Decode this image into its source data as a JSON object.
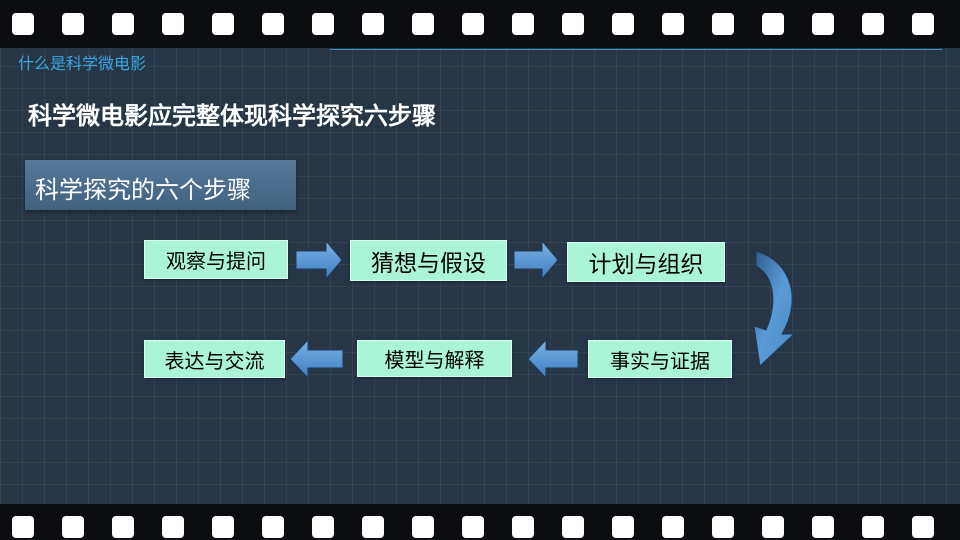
{
  "header": {
    "section_label": "什么是科学微电影"
  },
  "main": {
    "title": "科学微电影应完整体现科学探究六步骤",
    "subtitle": "科学探究的六个步骤"
  },
  "steps": [
    "观察与提问",
    "猜想与假设",
    "计划与组织",
    "事实与证据",
    "模型与解释",
    "表达与交流"
  ],
  "colors": {
    "background": "#263646",
    "step_box": "#aaf5d8",
    "arrow": "#5b9bd5",
    "section_label": "#3aa7e0"
  },
  "icons": [
    "right-arrow-icon",
    "left-arrow-icon",
    "curved-arrow-icon"
  ]
}
